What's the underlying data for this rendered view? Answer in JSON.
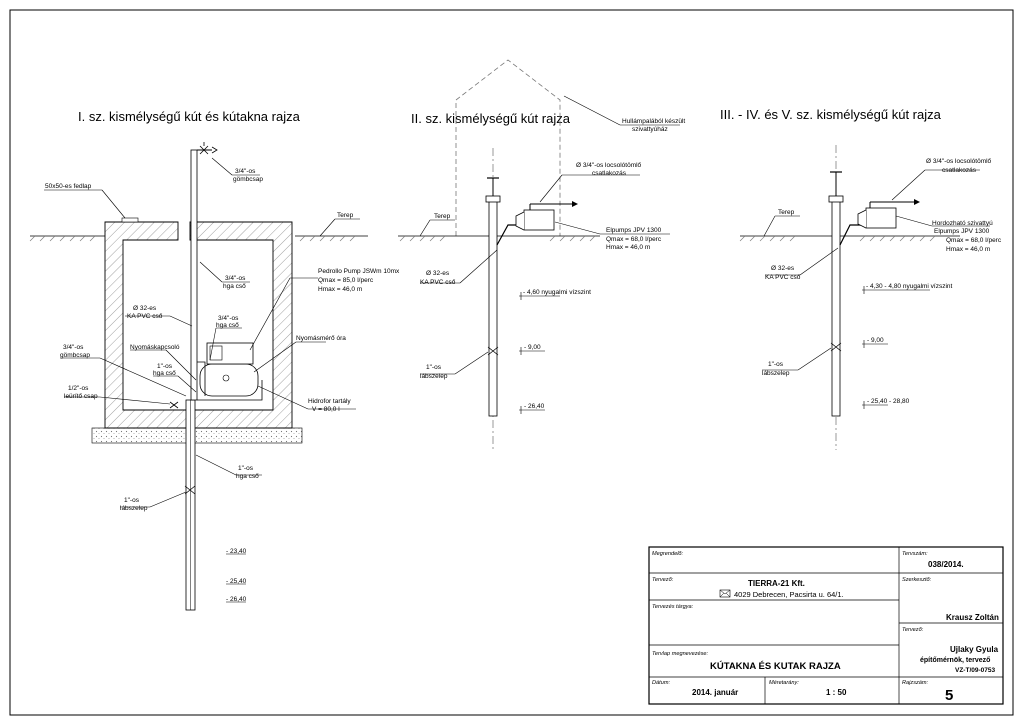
{
  "titles": {
    "t1": "I. sz. kismélységű kút és kútakna rajza",
    "t2": "II. sz. kismélységű kút rajza",
    "t3": "III. - IV. és V. sz. kismélységű kút rajza"
  },
  "d1": {
    "gombcsap_top_1": "3/4\"-os",
    "gombcsap_top_2": "gömbcsap",
    "fedlap": "50x50-es fedlap",
    "terep": "Terep",
    "hga_1": "3/4\"-os",
    "hga_2": "hga cső",
    "pump_1": "Pedrollo Pump JSWm 10mx",
    "pump_2": "Qmax = 85,0 l/perc",
    "pump_3": "Hmax = 46,0 m",
    "ka_1": "Ø 32-es",
    "ka_2": "KA PVC cső",
    "hga2_1": "3/4\"-os",
    "hga2_2": "hga cső",
    "nyomasmero": "Nyomásmérő óra",
    "gomb2_1": "3/4\"-os",
    "gomb2_2": "gömbcsap",
    "nyomaskapcsolo": "Nyomáskapcsoló",
    "hga3_1": "1\"-os",
    "hga3_2": "hga cső",
    "urito_1": "1/2\"-os",
    "urito_2": "leürítő csap",
    "hidrofor_1": "Hidrofor tartály",
    "hidrofor_2": "V = 80,0 l",
    "hga4_1": "1\"-os",
    "hga4_2": "hga cső",
    "lab_1": "1\"-os",
    "lab_2": "lábszelep",
    "lvl_1": "- 23,40",
    "lvl_2": "- 25,40",
    "lvl_3": "- 26,40"
  },
  "d2": {
    "hullam_1": "Hullámpalából készült",
    "hullam_2": "szivattyúház",
    "locsolo_1": "Ø 3/4\"-os locsolótömlő",
    "locsolo_2": "csatlakozás",
    "terep": "Terep",
    "pump_1": "Elpumps JPV 1300",
    "pump_2": "Qmax = 68,0 l/perc",
    "pump_3": "Hmax = 46,0 m",
    "ka_1": "Ø 32-es",
    "ka_2": "KA PVC cső",
    "nyugalmi": "- 4,60 nyugalmi vízszint",
    "lvl_1": "- 9,00",
    "lab_1": "1\"-os",
    "lab_2": "lábszelep",
    "lvl_2": "- 26,40"
  },
  "d3": {
    "locsolo_1": "Ø 3/4\"-os locsolótömlő",
    "locsolo_2": "csatlakozás",
    "terep": "Terep",
    "pump_0": "Hordozható szivattyú",
    "pump_1": "Elpumps JPV 1300",
    "pump_2": "Qmax = 68,0 l/perc",
    "pump_3": "Hmax = 46,0 m",
    "ka_1": "Ø 32-es",
    "ka_2": "KA PVC cső",
    "nyugalmi": "- 4,30 - 4,80 nyugalmi vízszint",
    "lvl_1": "- 9,00",
    "lab_1": "1\"-os",
    "lab_2": "lábszelep",
    "lvl_2": "- 25,40 - 28,80"
  },
  "titleblock": {
    "megrendelo_label": "Megrendelő:",
    "tervszam_label": "Tervszám:",
    "tervszam": "038/2014.",
    "tervezo_label": "Tervező:",
    "company": "TIERRA-21 Kft.",
    "address": "4029 Debrecen, Pacsirta u. 64/1.",
    "szerkeszto_label": "Szerkesztő:",
    "szerkeszto": "Krausz Zoltán",
    "targy_label": "Tervezés tárgya:",
    "tervezo2_label": "Tervező:",
    "tervezo_name": "Ujlaky Gyula",
    "tervezo_title": "építőmérnök, tervező",
    "tervezo_code": "VZ-T/09-0753",
    "megnevezes_label": "Tervlap megnevezése:",
    "megnevezes": "KÚTAKNA ÉS KUTAK RAJZA",
    "datum_label": "Dátum:",
    "datum": "2014. január",
    "meretarany_label": "Méretarány:",
    "meretarany": "1 : 50",
    "rajzszam_label": "Rajzszám:",
    "rajzszam": "5"
  },
  "icons": {
    "envelope": "envelope-icon"
  }
}
